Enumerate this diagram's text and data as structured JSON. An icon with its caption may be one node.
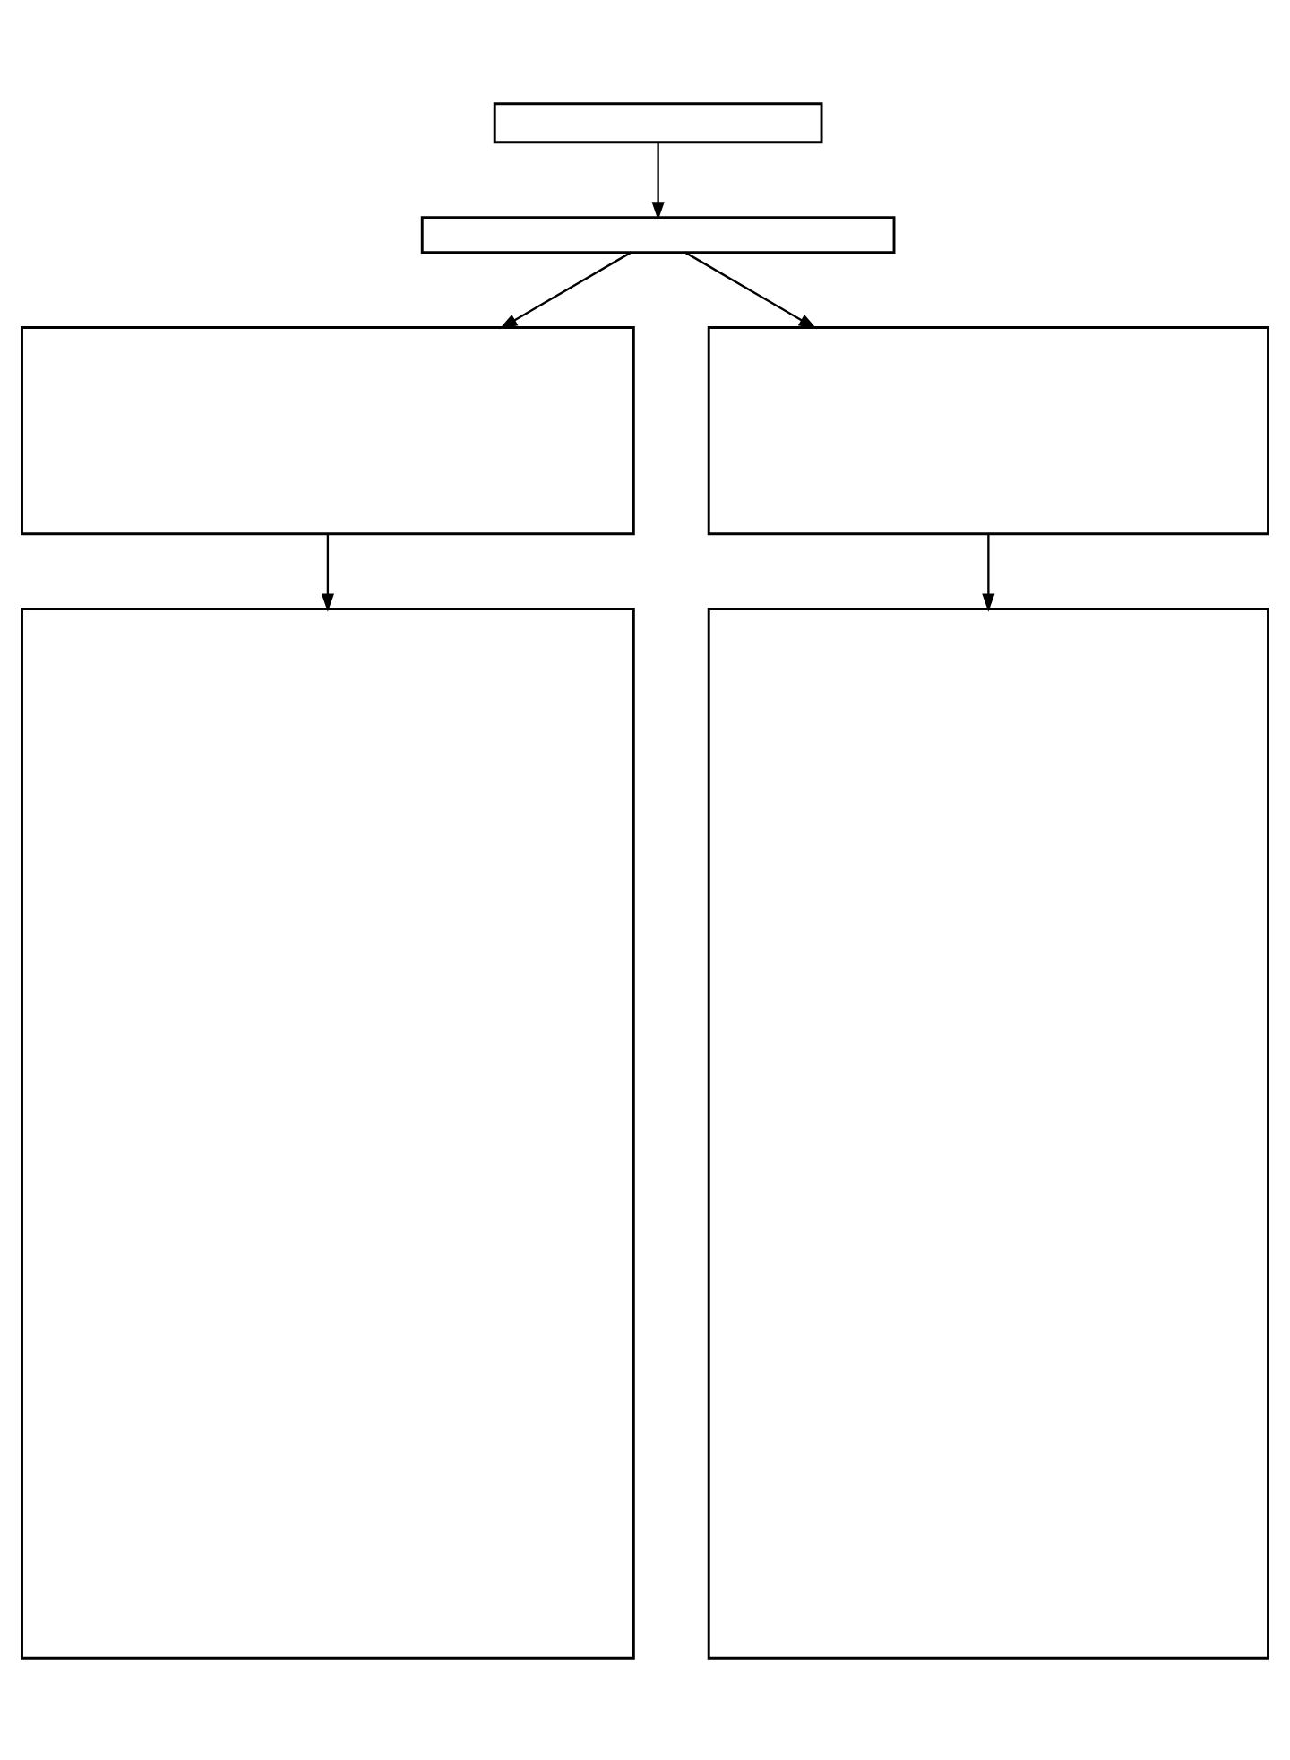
{
  "diagram": {
    "nodes": [
      {
        "text": [],
        "shape": "box"
      },
      {
        "text": [],
        "shape": "box"
      },
      {
        "text": [],
        "shape": "box"
      },
      {
        "text": [],
        "shape": "box"
      },
      {
        "text": [],
        "shape": "box"
      },
      {
        "text": [],
        "shape": "box"
      }
    ],
    "edges": [
      {
        "from": 0,
        "to": 1,
        "arrow": "to"
      },
      {
        "from": 1,
        "to": 2,
        "arrow": "to"
      },
      {
        "from": 1,
        "to": 3,
        "arrow": "to"
      },
      {
        "from": 2,
        "to": 4,
        "arrow": "to"
      },
      {
        "from": 3,
        "to": 5,
        "arrow": "to"
      }
    ]
  }
}
